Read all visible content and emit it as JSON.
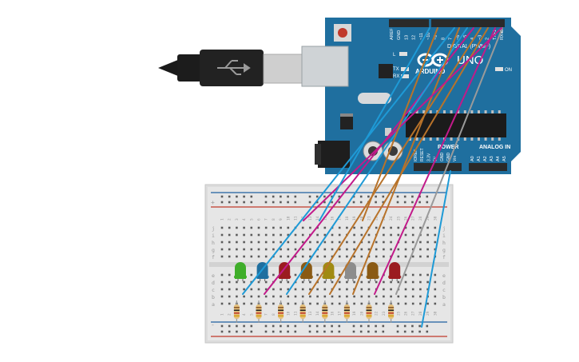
{
  "scene": {
    "background": "#ffffff",
    "leds": [
      {
        "color": "#3fae2a",
        "name": "green"
      },
      {
        "color": "#1f6f9f",
        "name": "blue"
      },
      {
        "color": "#9b1c20",
        "name": "red"
      },
      {
        "color": "#8a5a14",
        "name": "orange"
      },
      {
        "color": "#a08a12",
        "name": "yellow"
      },
      {
        "color": "#8c8c8c",
        "name": "white"
      },
      {
        "color": "#8a5a14",
        "name": "orange"
      },
      {
        "color": "#9b1c20",
        "name": "red"
      }
    ],
    "wire_colors": [
      "#1e9ad6",
      "#1e9ad6",
      "#c21a8a",
      "#b8732a",
      "#b8732a",
      "#9a9a9a",
      "#b8732a",
      "#c21a8a"
    ]
  },
  "arduino": {
    "brand": "ARDUINO",
    "model": "UNO",
    "digital_label": "DIGITAL (PWM~)",
    "power_label": "POWER",
    "analog_label": "ANALOG IN",
    "on_label": "ON",
    "l_label": "L",
    "tx_label": "TX",
    "rx_label": "RX",
    "top_pins": [
      "AREF",
      "GND",
      "13",
      "12",
      "~11",
      "~10",
      "~9",
      "8",
      "7",
      "~6",
      "~5",
      "4",
      "~3",
      "2",
      "TX▸1",
      "RX◂0"
    ],
    "power_pins": [
      "IOREF",
      "RESET",
      "3.3V",
      "5V",
      "GND",
      "GND",
      "Vin"
    ],
    "analog_pins": [
      "A0",
      "A1",
      "A2",
      "A3",
      "A4",
      "A5"
    ],
    "colors": {
      "board": "#1f6f9f",
      "header": "#2a2a2a"
    }
  },
  "breadboard": {
    "row_letters_top": [
      "j",
      "i",
      "h",
      "g",
      "f"
    ],
    "row_letters_bottom": [
      "e",
      "d",
      "c",
      "b",
      "a"
    ],
    "col_numbers": [
      "1",
      "2",
      "3",
      "4",
      "5",
      "6",
      "7",
      "8",
      "9",
      "10",
      "11",
      "12",
      "13",
      "14",
      "15",
      "16",
      "17",
      "18",
      "19",
      "20",
      "21",
      "22",
      "23",
      "24",
      "25",
      "26",
      "27",
      "28",
      "29",
      "30"
    ],
    "rail_plus": "+",
    "rail_minus": "-"
  }
}
